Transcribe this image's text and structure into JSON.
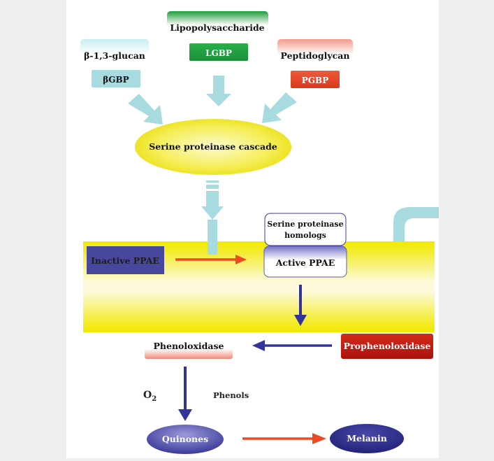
{
  "receptors": {
    "lps": {
      "ligand": "Lipopolysaccharide",
      "protein": "LGBP"
    },
    "glucan": {
      "ligand": "β-1,3-glucan",
      "protein": "βGBP"
    },
    "pgn": {
      "ligand": "Peptidoglycan",
      "protein": "PGBP"
    }
  },
  "cascade": "Serine proteinase cascade",
  "membrane": {
    "homologs_line1": "Serine proteinase",
    "homologs_line2": "homologs",
    "inactive": "Inactive PPAE",
    "active": "Active PPAE"
  },
  "phenoloxidase": "Phenoloxidase",
  "prophenoloxidase": "Prophenoloxidase",
  "o2": {
    "base": "O",
    "sub": "2"
  },
  "phenols": "Phenols",
  "quinones": "Quinones",
  "melanin": "Melanin",
  "colors": {
    "cyan": "#a8dbe0",
    "green": "#2eaa4a",
    "red": "#e6452a",
    "yellow": "#f2e600",
    "navy": "#3b3a9a",
    "orange_arrow": "#ec4a23",
    "blue_arrow": "#323499"
  }
}
